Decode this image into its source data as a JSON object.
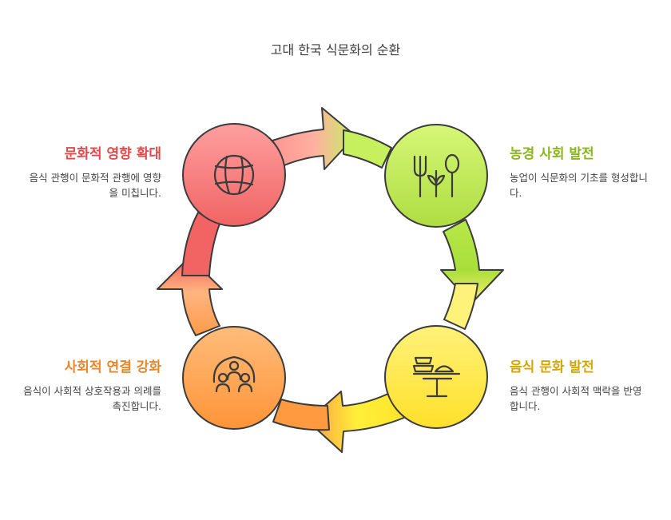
{
  "title": "고대 한국 식문화의 순환",
  "stages": [
    {
      "label": "농경 사회 발전",
      "desc": "농업이 식문화의 기초를 형성합니다.",
      "color": "#8ab521",
      "icon": "fork-spoon-sprout-icon"
    },
    {
      "label": "음식 문화 발전",
      "desc": "음식 관행이 사회적 맥락을 반영합니다.",
      "color": "#d4a700",
      "icon": "dishes-on-stand-icon"
    },
    {
      "label": "사회적 연결 강화",
      "desc": "음식이 사회적 상호작용과 의례를 촉진합니다.",
      "color": "#e8862a",
      "icon": "people-group-icon"
    },
    {
      "label": "문화적 영향 확대",
      "desc": "음식 관행이 문화적 관행에 영향을 미칩니다.",
      "color": "#e04a4a",
      "icon": "globe-icon"
    }
  ]
}
